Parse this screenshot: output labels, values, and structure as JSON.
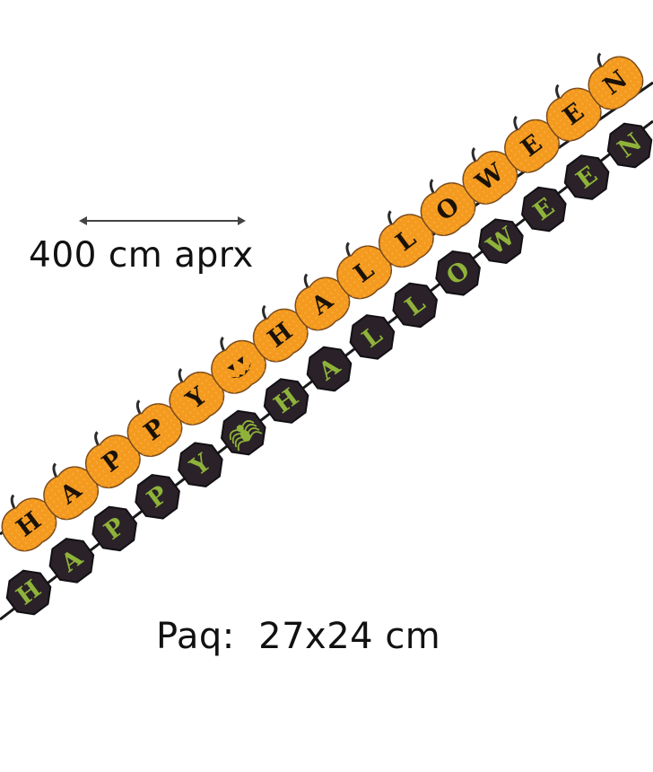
{
  "captions": {
    "length": "400 cm aprx",
    "package": "Paq:  27x24 cm"
  },
  "garlands": [
    {
      "shape": "pumpkin",
      "fill": "#f39a1f",
      "outline": "#7a4a1a",
      "letter_color": "#1a1208",
      "pieces": [
        "H",
        "A",
        "P",
        "P",
        "Y",
        "jack-o-lantern-icon",
        "H",
        "A",
        "L",
        "L",
        "O",
        "W",
        "E",
        "E",
        "N"
      ]
    },
    {
      "shape": "octagon",
      "fill": "#2a2228",
      "outline": "#121014",
      "letter_color": "#8fb33a",
      "pieces": [
        "H",
        "A",
        "P",
        "P",
        "Y",
        "spider-icon",
        "H",
        "A",
        "L",
        "L",
        "O",
        "W",
        "E",
        "E",
        "N"
      ]
    }
  ],
  "colors": {
    "string": "#1a1a1a",
    "arrow": "#444444"
  }
}
